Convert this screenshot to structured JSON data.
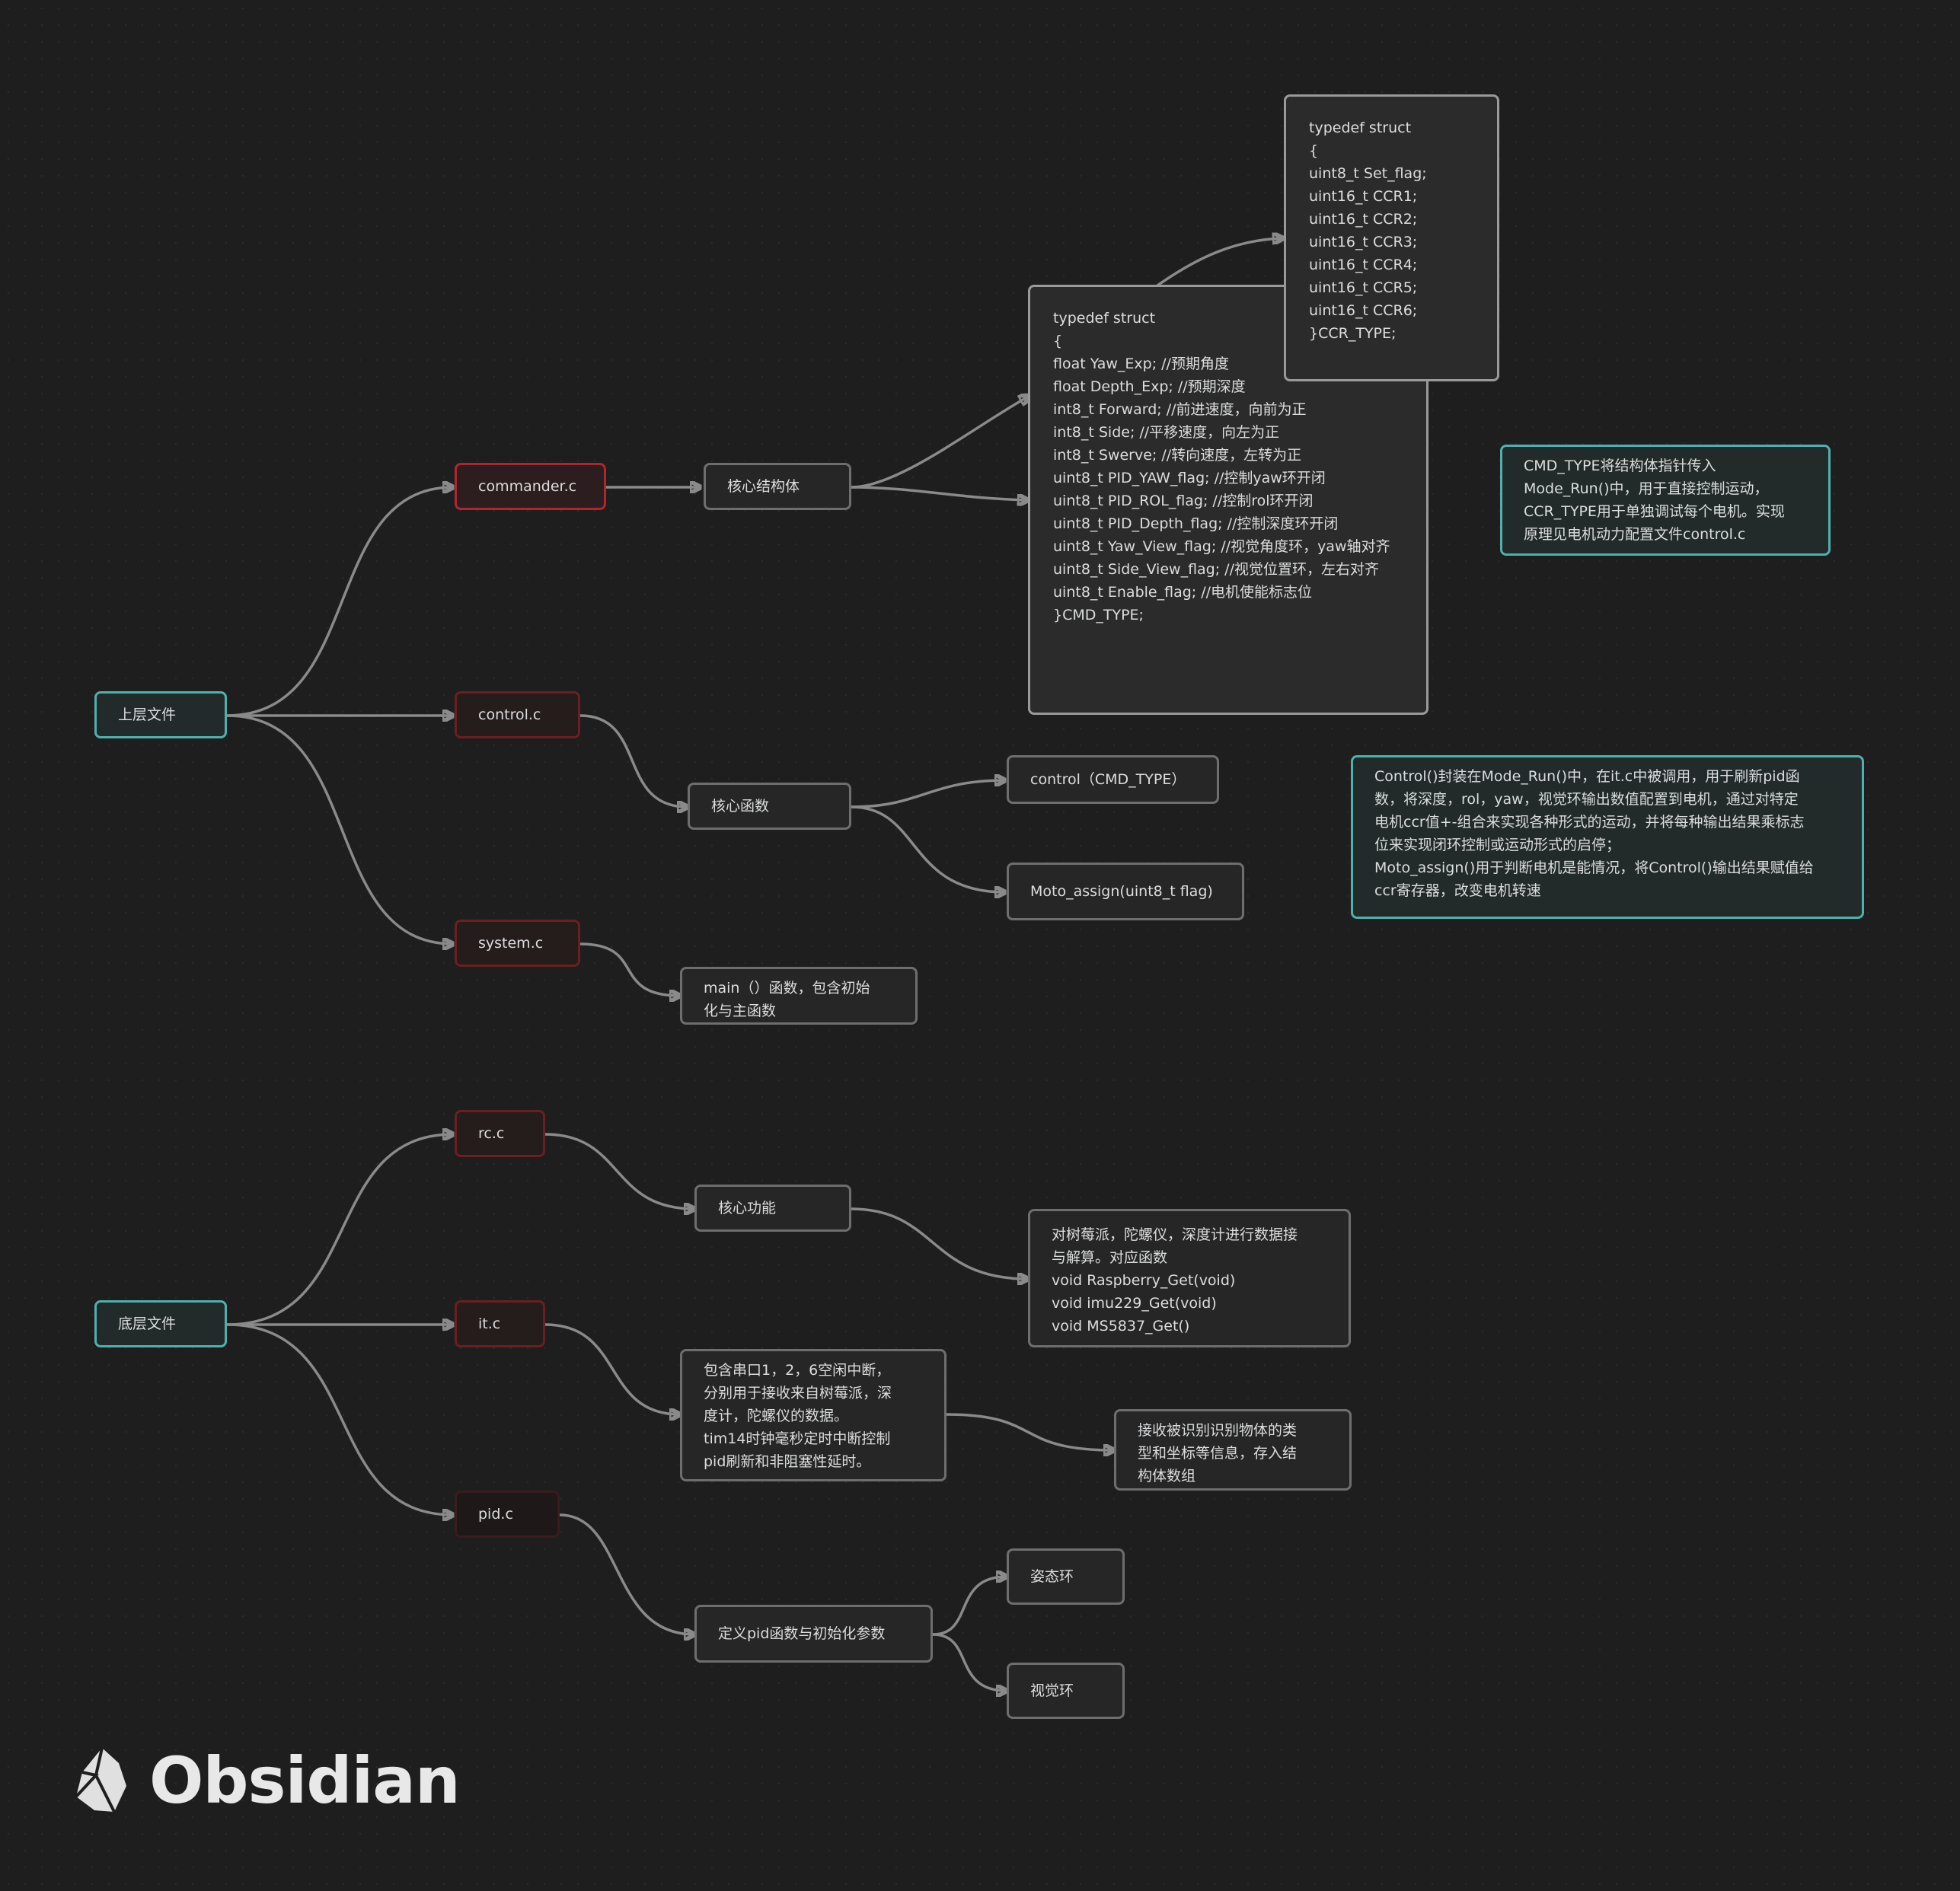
{
  "nodes": {
    "upper": "上层文件",
    "lower": "底层文件",
    "commander": "commander.c",
    "control": "control.c",
    "system": "system.c",
    "rc": "rc.c",
    "it": "it.c",
    "pid": "pid.c",
    "core_struct": "核心结构体",
    "core_func": "核心函数",
    "core_feature": "核心功能",
    "main_func": [
      "main（）函数，包含初始",
      "化与主函数"
    ],
    "control_cmd": "control（CMD_TYPE）",
    "moto_assign": "Moto_assign(uint8_t flag)",
    "define_pid": "定义pid函数与初始化参数",
    "attitude_loop": "姿态环",
    "vision_loop": "视觉环",
    "rc_desc": [
      "对树莓派，陀螺仪，深度计进行数据接",
      "与解算。对应函数",
      "void Raspberry_Get(void)",
      "void imu229_Get(void)",
      "void MS5837_Get()"
    ],
    "it_desc": [
      "包含串口1，2，6空闲中断，",
      "分别用于接收来自树莓派，深",
      "度计，陀螺仪的数据。",
      "tim14时钟毫秒定时中断控制",
      "pid刷新和非阻塞性延时。"
    ],
    "recv_desc": [
      "接收被识别识别物体的类",
      "型和坐标等信息，存入结",
      "构体数组"
    ],
    "cmd_struct": [
      "typedef struct",
      "{",
      "float Yaw_Exp; //预期角度",
      "float Depth_Exp; //预期深度",
      "",
      "int8_t Forward; //前进速度，向前为正",
      "int8_t Side; //平移速度，向左为正",
      "int8_t Swerve; //转向速度，左转为正",
      "",
      "uint8_t PID_YAW_flag; //控制yaw环开闭",
      "uint8_t PID_ROL_flag; //控制rol环开闭",
      "uint8_t PID_Depth_flag; //控制深度环开闭",
      "uint8_t Yaw_View_flag; //视觉角度环，yaw轴对齐",
      "uint8_t Side_View_flag; //视觉位置环，左右对齐",
      "uint8_t Enable_flag; //电机使能标志位",
      "}CMD_TYPE;"
    ],
    "ccr_struct": [
      "typedef struct",
      "{",
      "uint8_t Set_flag;",
      "uint16_t CCR1;",
      "uint16_t CCR2;",
      "uint16_t CCR3;",
      "uint16_t CCR4;",
      "uint16_t CCR5;",
      "uint16_t CCR6;",
      "}CCR_TYPE;"
    ],
    "cmd_note": [
      "CMD_TYPE将结构体指针传入",
      "Mode_Run()中，用于直接控制运动，",
      "CCR_TYPE用于单独调试每个电机。实现",
      "原理见电机动力配置文件control.c"
    ],
    "control_note": [
      "Control()封装在Mode_Run()中，在it.c中被调用，用于刷新pid函",
      "数，将深度，rol，yaw，视觉环输出数值配置到电机，通过对特定",
      "电机ccr值+-组合来实现各种形式的运动，并将每种输出结果乘标志",
      "位来实现闭环控制或运动形式的启停；",
      "Moto_assign()用于判断电机是能情况，将Control()输出结果赋值给",
      "ccr寄存器，改变电机转速"
    ]
  },
  "logo": {
    "text": "Obsidian",
    "icon": "obsidian-logo-icon"
  },
  "colors": {
    "background": "#1e1e1e",
    "teal": "#4fb0ad",
    "red": "#b0262a",
    "edge": "#8a8a8a"
  }
}
